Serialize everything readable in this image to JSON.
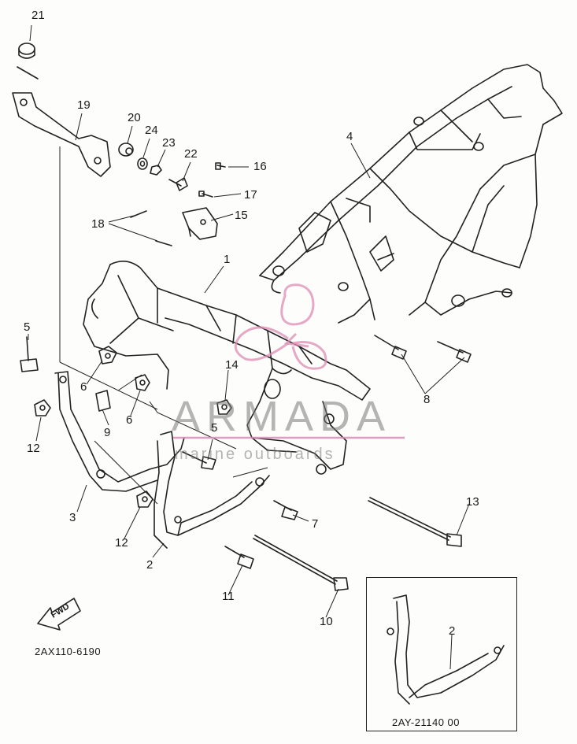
{
  "diagram": {
    "catalog_code": "2AX110-6190",
    "inset_code": "2AY-21140 00",
    "direction_marker": "FWD",
    "watermark": {
      "brand": "ARMADA",
      "tagline": "marine outboards"
    },
    "part_numbers": {
      "p1": "1",
      "p2": "2",
      "p2_inset": "2",
      "p3": "3",
      "p4": "4",
      "p5_left": "5",
      "p5_mid": "5",
      "p6_left": "6",
      "p6_mid": "6",
      "p7": "7",
      "p8": "8",
      "p9": "9",
      "p10": "10",
      "p11": "11",
      "p12_left": "12",
      "p12_mid": "12",
      "p13": "13",
      "p14": "14",
      "p15": "15",
      "p16": "16",
      "p17": "17",
      "p18": "18",
      "p19": "19",
      "p20": "20",
      "p21": "21",
      "p22": "22",
      "p23": "23",
      "p24": "24"
    }
  }
}
